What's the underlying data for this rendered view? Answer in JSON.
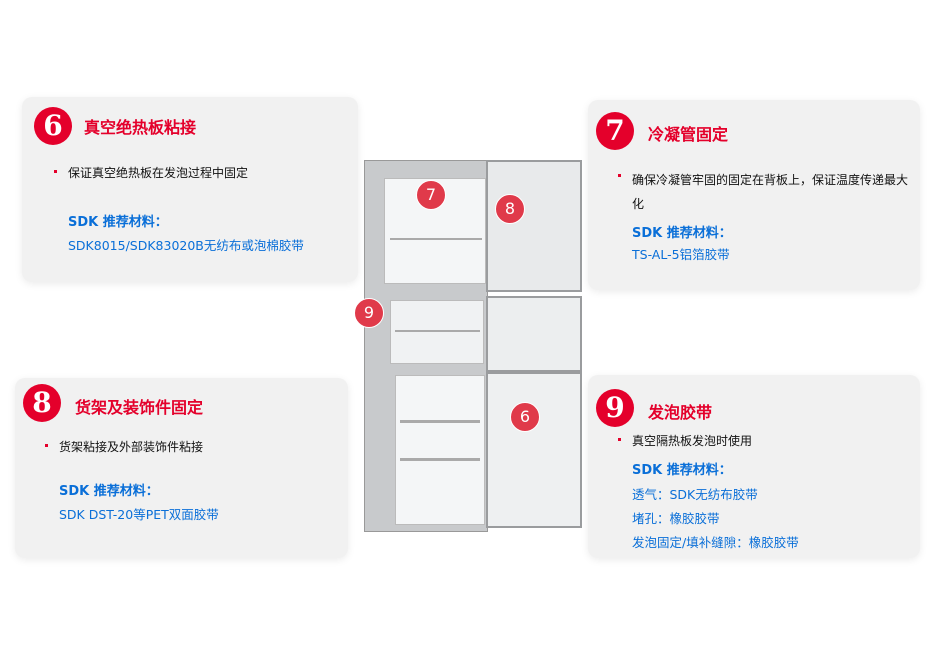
{
  "colors": {
    "accent": "#e4002b",
    "link": "#0a6fd8"
  },
  "cards": [
    {
      "num": "6",
      "title": "真空绝热板粘接",
      "bullet": "保证真空绝热板在发泡过程中固定",
      "sdk_label": "SDK 推荐材料：",
      "materials": [
        "SDK8015/SDK83020B无纺布或泡棉胶带"
      ]
    },
    {
      "num": "7",
      "title": "冷凝管固定",
      "bullet": "确保冷凝管牢固的固定在背板上，保证温度传递最大化",
      "sdk_label": "SDK 推荐材料：",
      "materials": [
        "TS-AL-5铝箔胶带"
      ]
    },
    {
      "num": "8",
      "title": "货架及装饰件固定",
      "bullet": "货架粘接及外部装饰件粘接",
      "sdk_label": "SDK 推荐材料：",
      "materials": [
        "SDK DST-20等PET双面胶带"
      ]
    },
    {
      "num": "9",
      "title": "发泡胶带",
      "bullet": "真空隔热板发泡时使用",
      "sdk_label": "SDK 推荐材料：",
      "materials": [
        "透气：SDK无纺布胶带",
        "堵孔：橡胶胶带",
        "发泡固定/填补缝隙：橡胶胶带"
      ]
    }
  ],
  "markers": [
    "7",
    "8",
    "9",
    "6"
  ]
}
